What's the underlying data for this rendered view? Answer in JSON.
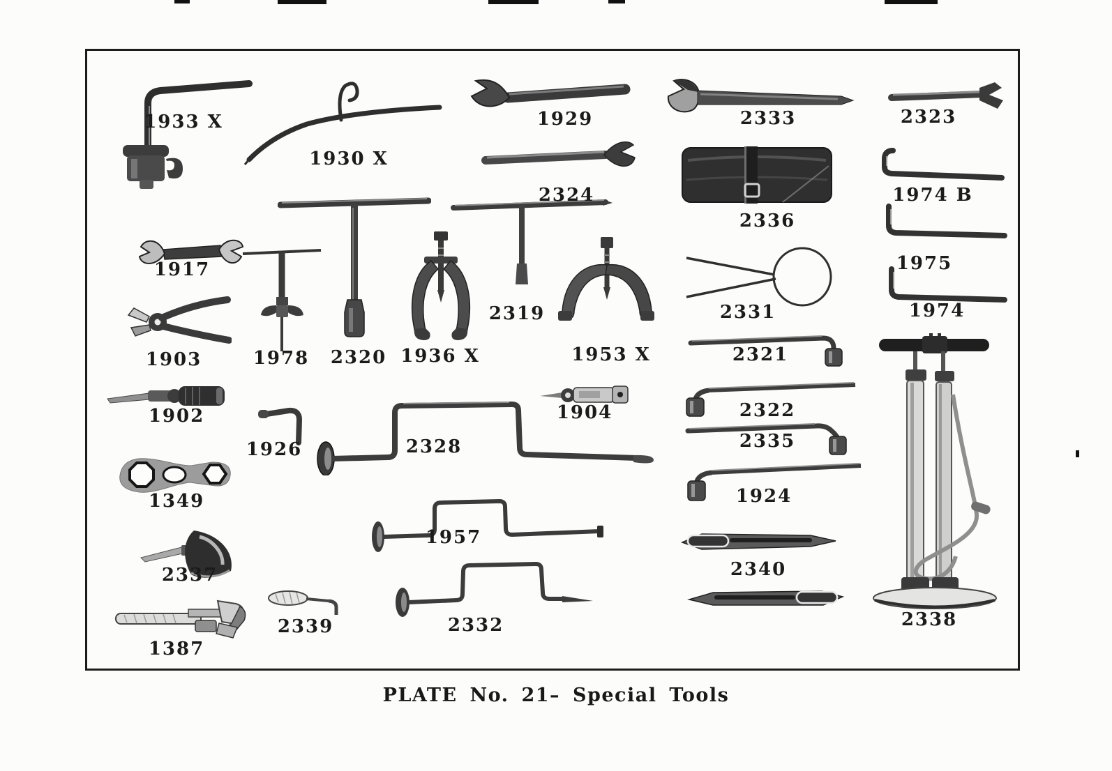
{
  "plate": {
    "caption": "PLATE No. 21– Special Tools",
    "ink_color": "#1c1c1c",
    "paper_color": "#fcfcfa"
  },
  "tools": [
    {
      "label": "1933 X",
      "kind": "spark-plug-socket-wrench"
    },
    {
      "label": "1930 X",
      "kind": "hook-and-rod-tool"
    },
    {
      "label": "1929",
      "kind": "open-end-wrench"
    },
    {
      "label": "2333",
      "kind": "large-open-end-wrench"
    },
    {
      "label": "2323",
      "kind": "thin-open-end-wrench"
    },
    {
      "label": "2324",
      "kind": "open-end-wrench"
    },
    {
      "label": "2336",
      "kind": "tool-roll-bag"
    },
    {
      "label": "1974 B",
      "kind": "l-handle-rod"
    },
    {
      "label": "1975",
      "kind": "l-handle-rod"
    },
    {
      "label": "1974",
      "kind": "l-handle-rod"
    },
    {
      "label": "1917",
      "kind": "double-open-end-wrench"
    },
    {
      "label": "1903",
      "kind": "pliers"
    },
    {
      "label": "1978",
      "kind": "t-handle-wing-nut-tool"
    },
    {
      "label": "2320",
      "kind": "t-handle-socket-wrench"
    },
    {
      "label": "1936 X",
      "kind": "gear-puller"
    },
    {
      "label": "2319",
      "kind": "t-handle-wrench"
    },
    {
      "label": "1953 X",
      "kind": "gear-puller"
    },
    {
      "label": "2331",
      "kind": "wire-loop-tool"
    },
    {
      "label": "2321",
      "kind": "socket-rod-wrench"
    },
    {
      "label": "2322",
      "kind": "socket-rod-wrench"
    },
    {
      "label": "2335",
      "kind": "socket-rod-wrench"
    },
    {
      "label": "1924",
      "kind": "socket-rod-wrench"
    },
    {
      "label": "1902",
      "kind": "screwdriver"
    },
    {
      "label": "1926",
      "kind": "bent-tube-tool"
    },
    {
      "label": "2328",
      "kind": "crank-handle"
    },
    {
      "label": "1904",
      "kind": "small-valve-tool"
    },
    {
      "label": "1349",
      "kind": "flat-stamped-wrench"
    },
    {
      "label": "1957",
      "kind": "crank-handle"
    },
    {
      "label": "2337",
      "kind": "oil-can"
    },
    {
      "label": "2339",
      "kind": "offset-screwdriver"
    },
    {
      "label": "2332",
      "kind": "crank-handle"
    },
    {
      "label": "1387",
      "kind": "pipe-wrench"
    },
    {
      "label": "2340",
      "kind": "tire-iron-pair"
    },
    {
      "label": "2338",
      "kind": "tire-pump"
    }
  ]
}
